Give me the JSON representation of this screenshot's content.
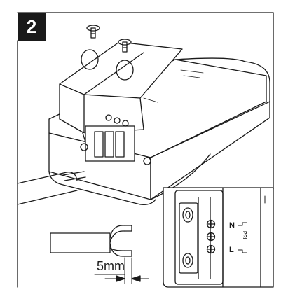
{
  "step": {
    "number": "2"
  },
  "strip_length": {
    "value": "5mm"
  },
  "terminals": {
    "n": "N",
    "l": "L",
    "pri": "PRI"
  }
}
